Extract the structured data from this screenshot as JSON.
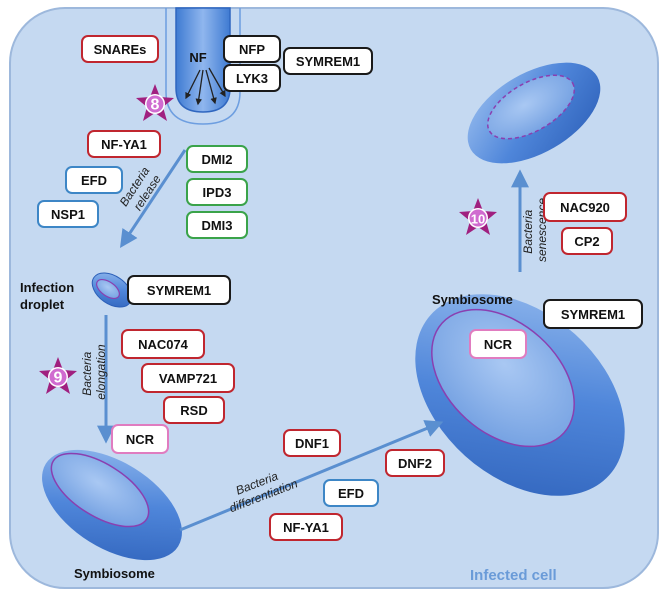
{
  "colors": {
    "cell_bg": "#c5d9f1",
    "cell_border": "#9db8dc",
    "red_box": "#c0262f",
    "black_box": "#1a1a1a",
    "green_box": "#3aa34a",
    "blue_box": "#3d86c6",
    "pink_box": "#e07cc0",
    "arrow": "#5a8fd0",
    "star": "#a0207f"
  },
  "labels": {
    "snares": "SNAREs",
    "nf": "NF",
    "nfp": "NFP",
    "lyk3": "LYK3",
    "symrem1_top": "SYMREM1",
    "nf_ya1_top": "NF-YA1",
    "efd_top": "EFD",
    "nsp1": "NSP1",
    "dmi2": "DMI2",
    "ipd3": "IPD3",
    "dmi3": "DMI3",
    "infection_droplet_line1": "Infection",
    "infection_droplet_line2": "droplet",
    "symrem1_droplet": "SYMREM1",
    "nac074": "NAC074",
    "vamp721": "VAMP721",
    "rsd": "RSD",
    "ncr_left": "NCR",
    "symbiosome_left": "Symbiosome",
    "dnf1": "DNF1",
    "dnf2": "DNF2",
    "efd_bottom": "EFD",
    "nf_ya1_bottom": "NF-YA1",
    "symbiosome_right": "Symbiosome",
    "symrem1_right": "SYMREM1",
    "ncr_right": "NCR",
    "nac920": "NAC920",
    "cp2": "CP2",
    "infected_cell": "Infected cell"
  },
  "arrow_labels": {
    "release_line1": "Bacteria",
    "release_line2": "release",
    "elongation_line1": "Bacteria",
    "elongation_line2": "elongation",
    "differentiation_line1": "Bacteria",
    "differentiation_line2": "differentiation",
    "senescence_line1": "Bacteria",
    "senescence_line2": "senescence"
  },
  "stars": {
    "s8": "8",
    "s9": "9",
    "s10": "10"
  }
}
